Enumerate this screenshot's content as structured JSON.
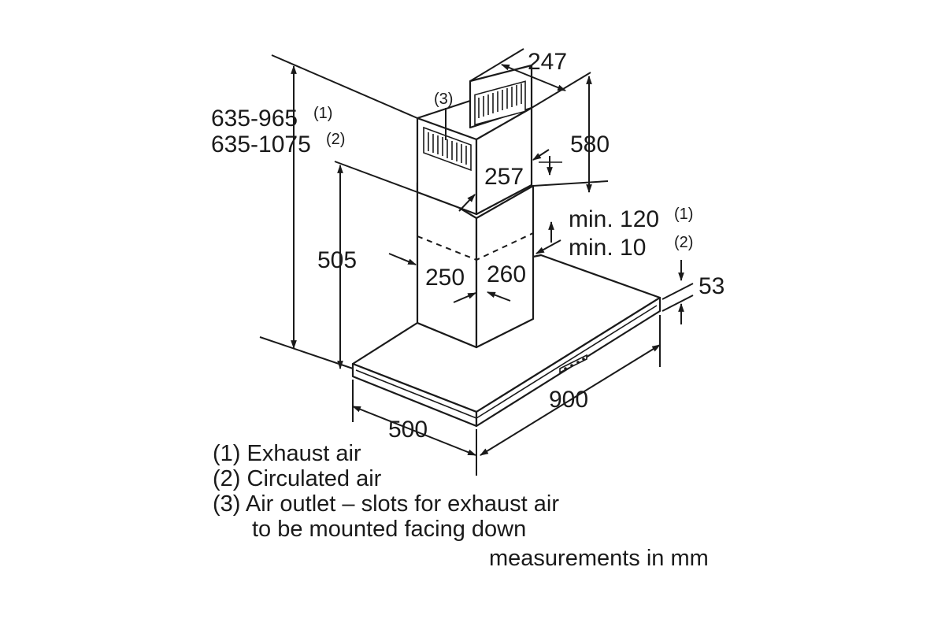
{
  "dimensions": {
    "total_height_exhaust": "635-965",
    "total_height_exhaust_note": "(1)",
    "total_height_circulated": "635-1075",
    "total_height_circulated_note": "(2)",
    "upper_chimney_width": "247",
    "upper_chimney_depth": "257",
    "upper_chimney_height": "580",
    "lower_height": "505",
    "lower_chimney_width": "250",
    "lower_chimney_depth": "260",
    "overlap_exhaust": "min. 120",
    "overlap_exhaust_note": "(1)",
    "overlap_circulated": "min. 10",
    "overlap_circulated_note": "(2)",
    "canopy_thickness": "53",
    "canopy_width": "900",
    "canopy_depth": "500",
    "outlet_callout": "(3)"
  },
  "legend": {
    "item1": "(1) Exhaust air",
    "item2": "(2) Circulated air",
    "item3_line1": "(3) Air outlet – slots for exhaust air",
    "item3_line2": "to be mounted facing down"
  },
  "units_note": "measurements in mm"
}
